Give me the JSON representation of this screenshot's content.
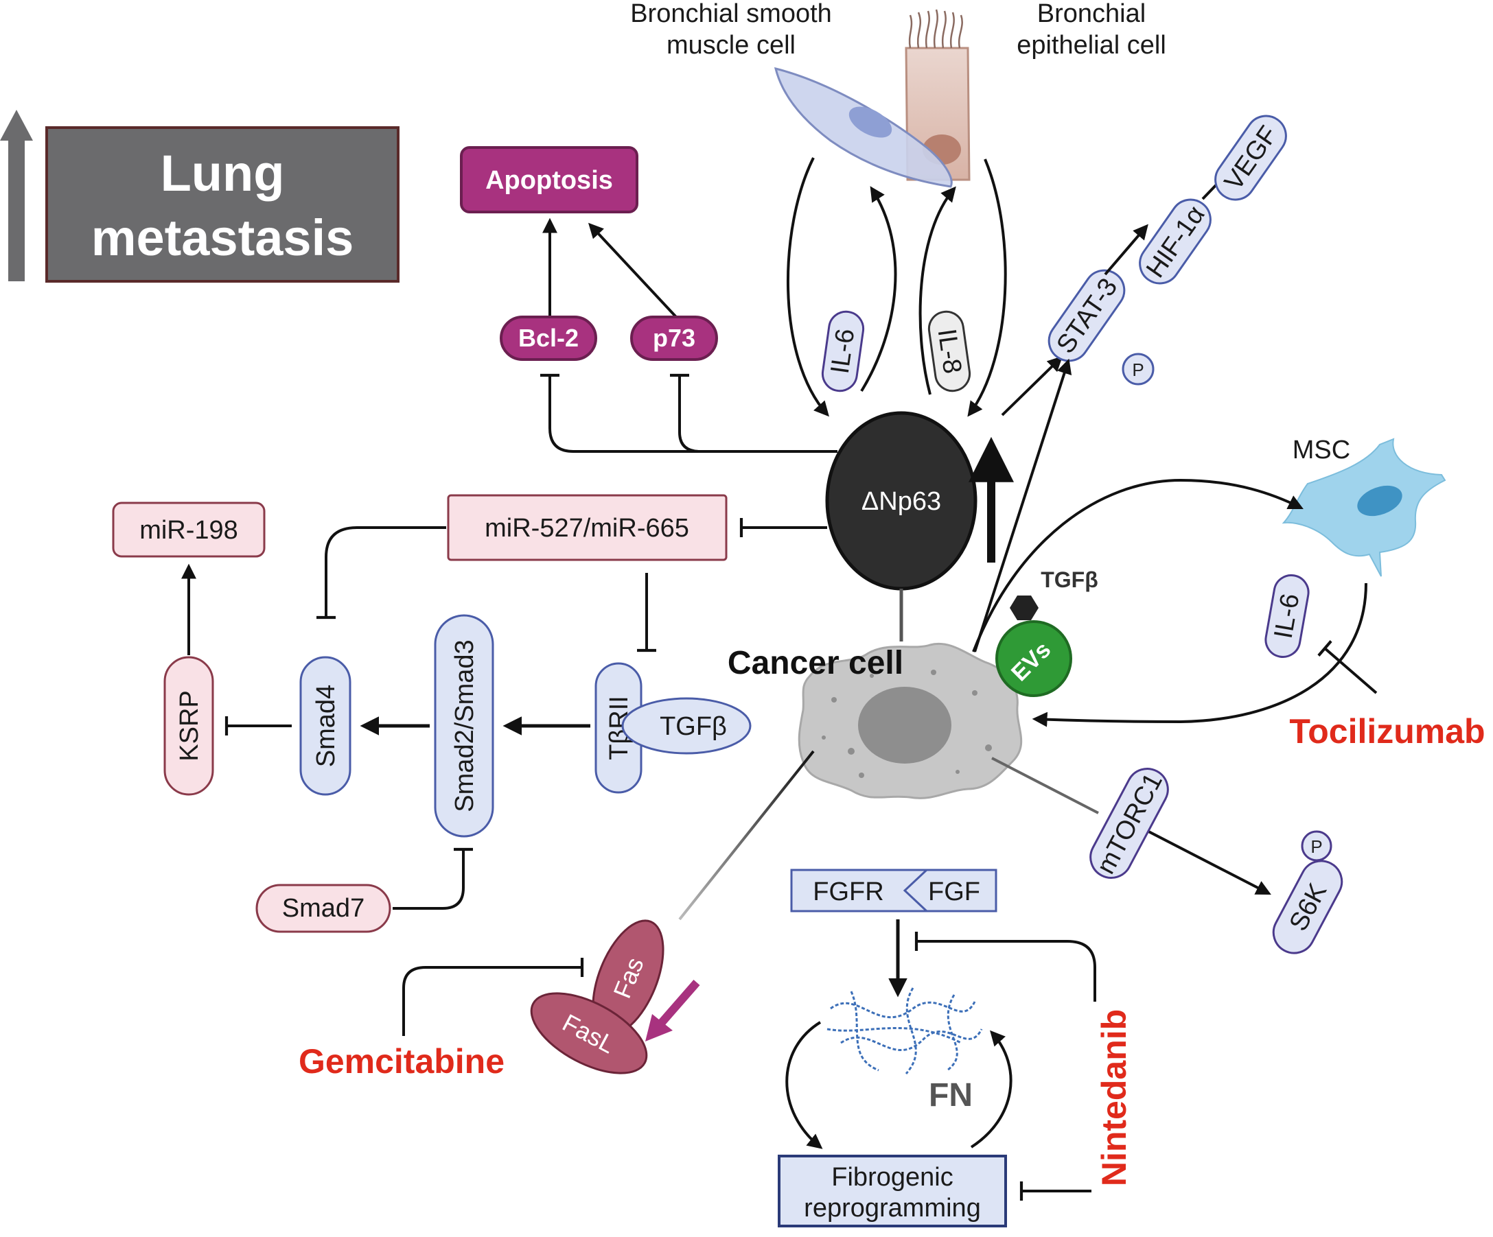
{
  "headline": {
    "line1": "Lung",
    "line2": "metastasis"
  },
  "cells": {
    "smooth_muscle": {
      "line1": "Bronchial smooth",
      "line2": "muscle cell"
    },
    "epithelial": {
      "line1": "Bronchial",
      "line2": "epithelial cell"
    },
    "msc": "MSC",
    "cancer": "Cancer cell",
    "dnp63": "ΔNp63"
  },
  "nodes": {
    "apoptosis": "Apoptosis",
    "bcl2": "Bcl-2",
    "p73": "p73",
    "il6_top": "IL-6",
    "il8": "IL-8",
    "stat3": "STAT-3",
    "hif1a": "HIF-1α",
    "vegf": "VEGF",
    "phospho": "P",
    "mir198": "miR-198",
    "mir527": "miR-527/miR-665",
    "ksrp": "KSRP",
    "smad4": "Smad4",
    "smad23": "Smad2/Smad3",
    "tbrii": "TβRII",
    "tgfb_receptor": "TGFβ",
    "smad7": "Smad7",
    "tgfb_ev": "TGFβ",
    "evs": "EVs",
    "il6_msc": "IL-6",
    "mtorc1": "mTORC1",
    "s6k": "S6K",
    "fgfr": "FGFR",
    "fgf": "FGF",
    "fas": "Fas",
    "fasl": "FasL",
    "fn": "FN",
    "fibrogenic": {
      "line1": "Fibrogenic",
      "line2": "reprogramming"
    }
  },
  "drugs": {
    "tocilizumab": "Tocilizumab",
    "gemcitabine": "Gemcitabine",
    "nintedanib": "Nintedanib"
  },
  "colors": {
    "drug_red": "#e02a1b",
    "apoptosis_magenta": "#a8327f",
    "mir_pink": "#f9e1e6",
    "mir_border": "#8a3a4a",
    "blue_fill": "#dde4f5",
    "blue_border": "#4a5ca8",
    "purple_border": "#4b3a8c",
    "headline_gray": "#6b6b6d",
    "evs_green": "#2f9a36"
  }
}
